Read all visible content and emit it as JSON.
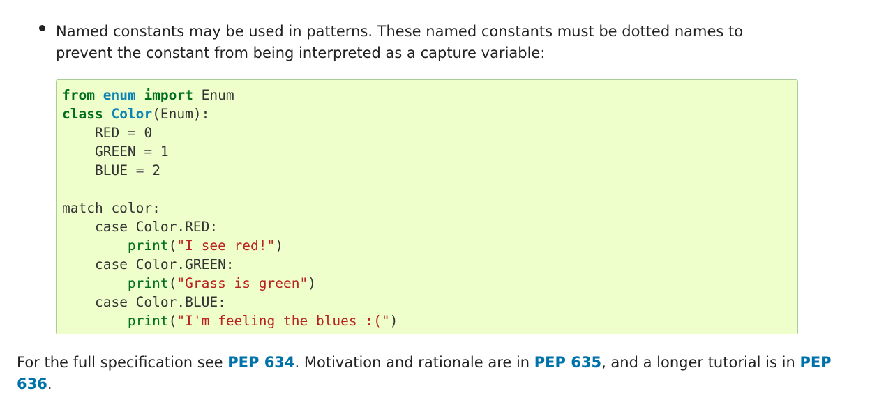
{
  "bullet": {
    "text": "Named constants may be used in patterns. These named constants must be dotted names to prevent the constant from being interpreted as a capture variable:"
  },
  "code": {
    "line1": {
      "kw1": "from",
      "mod": "enum",
      "kw2": "import",
      "name": "Enum"
    },
    "line2": {
      "kw": "class",
      "cls": "Color",
      "rest": "(Enum):"
    },
    "line3": {
      "indent": "    ",
      "name": "RED",
      "op": "=",
      "num": "0"
    },
    "line4": {
      "indent": "    ",
      "name": "GREEN",
      "op": "=",
      "num": "1"
    },
    "line5": {
      "indent": "    ",
      "name": "BLUE",
      "op": "=",
      "num": "2"
    },
    "line7": {
      "text": "match color:"
    },
    "line8": {
      "indent": "    ",
      "text": "case Color.RED:"
    },
    "line9": {
      "indent": "        ",
      "fn": "print",
      "open": "(",
      "str": "\"I see red!\"",
      "close": ")"
    },
    "line10": {
      "indent": "    ",
      "text": "case Color.GREEN:"
    },
    "line11": {
      "indent": "        ",
      "fn": "print",
      "open": "(",
      "str": "\"Grass is green\"",
      "close": ")"
    },
    "line12": {
      "indent": "    ",
      "text": "case Color.BLUE:"
    },
    "line13": {
      "indent": "        ",
      "fn": "print",
      "open": "(",
      "str": "\"I'm feeling the blues :(\"",
      "close": ")"
    }
  },
  "footer": {
    "part1": "For the full specification see ",
    "link1": "PEP 634",
    "part2": ". Motivation and rationale are in ",
    "link2": "PEP 635",
    "part3": ", and a longer tutorial is in ",
    "link3": "PEP 636",
    "part4": "."
  },
  "colors": {
    "code_bg": "#eeffcc",
    "code_border": "#aacc99",
    "keyword": "#007020",
    "class_name": "#0e84b5",
    "string": "#4070a0",
    "link": "#0072aa"
  }
}
